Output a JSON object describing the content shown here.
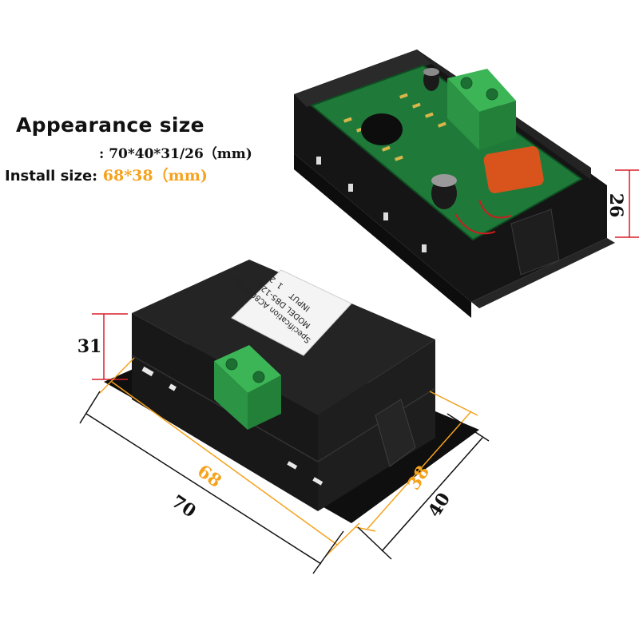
{
  "header": {
    "title": "Appearance size",
    "appearance_line": ": 70*40*31/26（mm)",
    "install_label": "Install size",
    "install_colon": ": ",
    "install_value": "68*38（mm)"
  },
  "dimensions": {
    "depth_front": "31",
    "depth_rear": "26",
    "install_width": "68",
    "install_height": "38",
    "outer_width": "70",
    "outer_height": "40"
  },
  "module_label": {
    "model": "MODEL DB5-120",
    "specification": "Specification AC80-500V",
    "input": "INPUT",
    "pin1": "1",
    "pin2": "2"
  },
  "colors": {
    "install_accent": "#f5a21d",
    "depth_marker": "#d81e2a",
    "case_black": "#1c1c1c",
    "pcb_green": "#1f7a3a",
    "terminal_green": "#2fa84a"
  }
}
